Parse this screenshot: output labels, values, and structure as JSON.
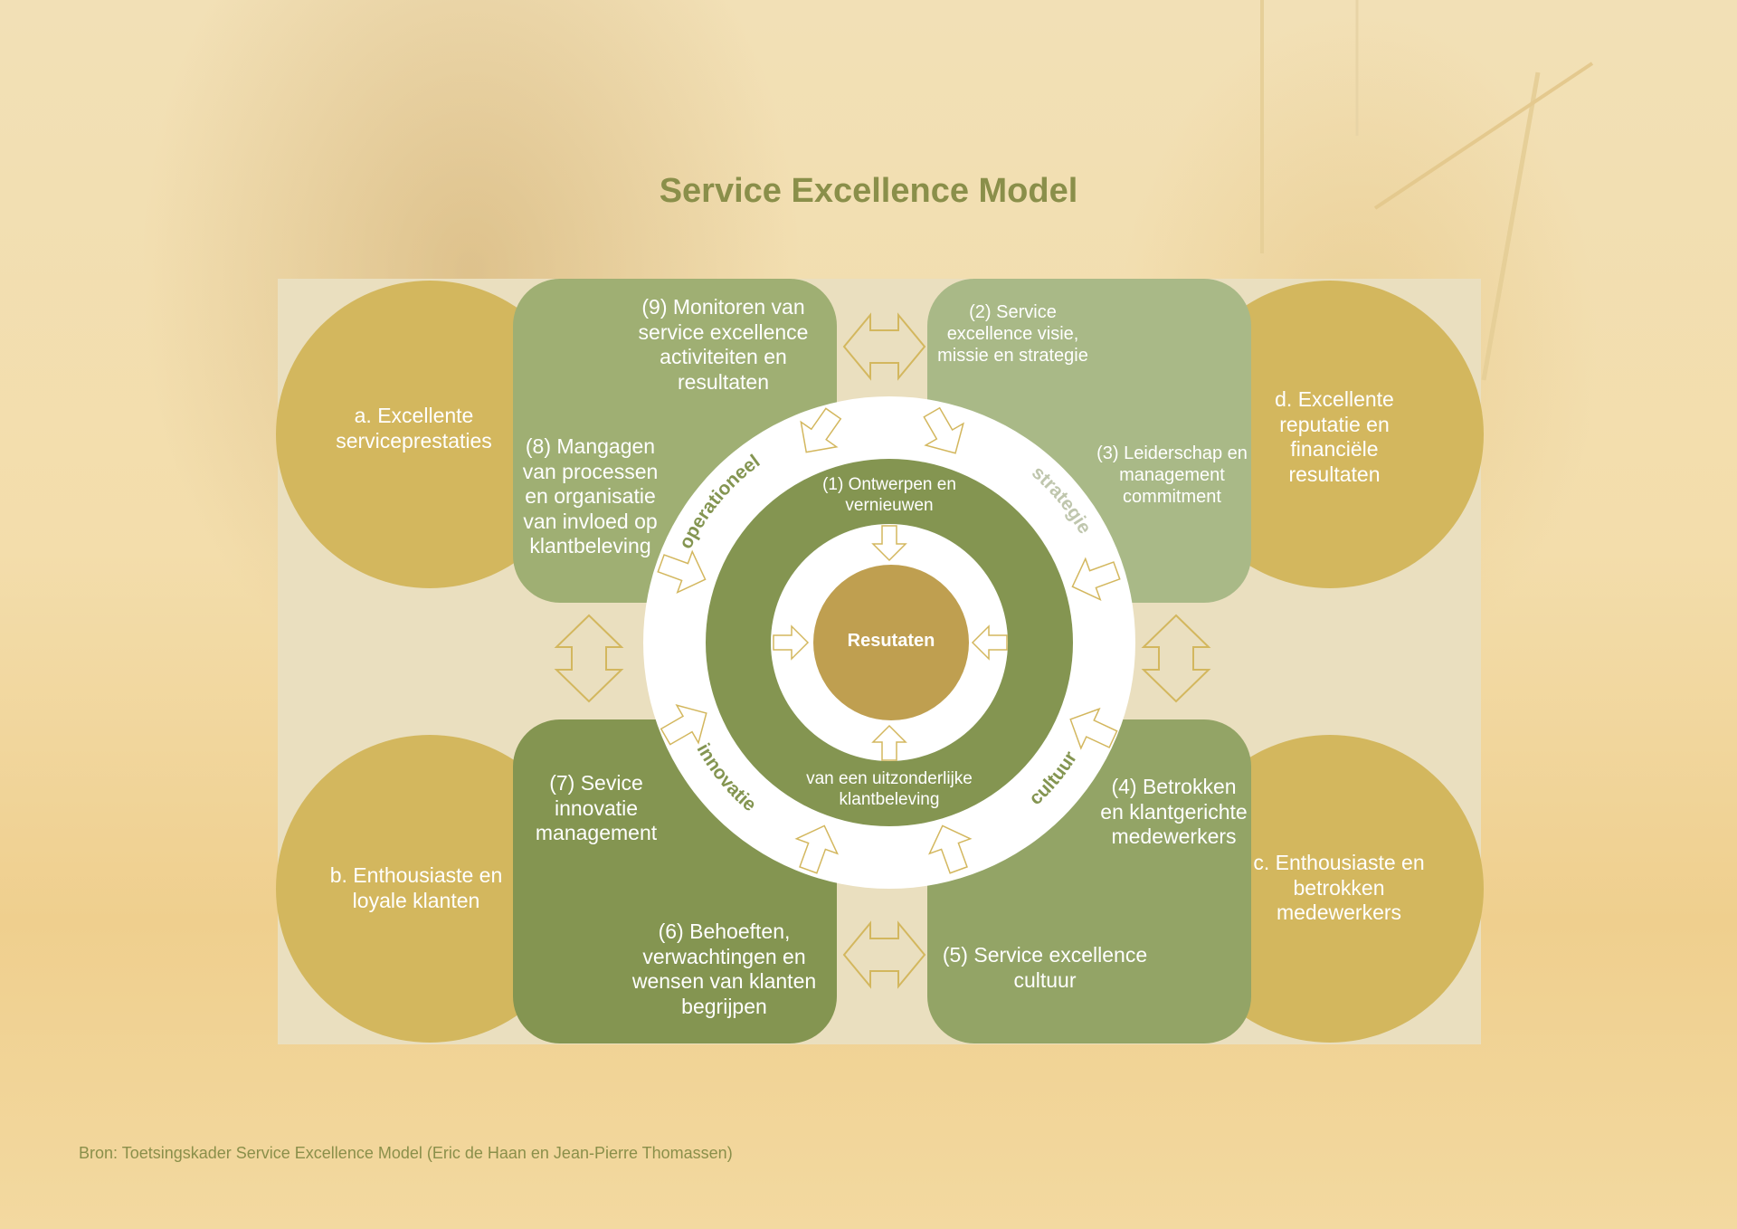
{
  "title": "Service Excellence Model",
  "center": "Resutaten",
  "inner_top": "(1) Ontwerpen en vernieuwen",
  "inner_bottom": "van een uitzonderlijke klantbeleving",
  "ring_words": {
    "operationeel": "operationeel",
    "strategie": "strategie",
    "innovatie": "innovatie",
    "cultuur": "cultuur"
  },
  "boxes": {
    "b9": "(9) Monitoren van service excellence activiteiten en resultaten",
    "b8": "(8) Mangagen van processen en organisatie van invloed op klantbeleving",
    "b2": "(2) Service excellence visie, missie en strategie",
    "b3": "(3) Leiderschap en management commitment",
    "b7": "(7) Sevice innovatie management",
    "b6": "(6) Behoeften, verwachtingen en wensen van klanten begrijpen",
    "b4": "(4) Betrokken en klantgerichte medewerkers",
    "b5": "(5) Service excellence cultuur"
  },
  "results": {
    "a": "a. Excellente serviceprestaties",
    "b": "b. Enthousiaste en loyale klanten",
    "c": "c. Enthousiaste en betrokken medewerkers",
    "d": "d. Excellente reputatie en financiële resultaten"
  },
  "source": "Bron: Toetsingskader Service Excellence Model (Eric de Haan en Jean-Pierre Thomassen)",
  "colors": {
    "gold": "#d3b75e",
    "green_light": "#a8b886",
    "green_mid": "#9aaa70",
    "green_dark": "#849551",
    "center_gold": "#bf9f50",
    "title_green": "#8a8f4a"
  }
}
